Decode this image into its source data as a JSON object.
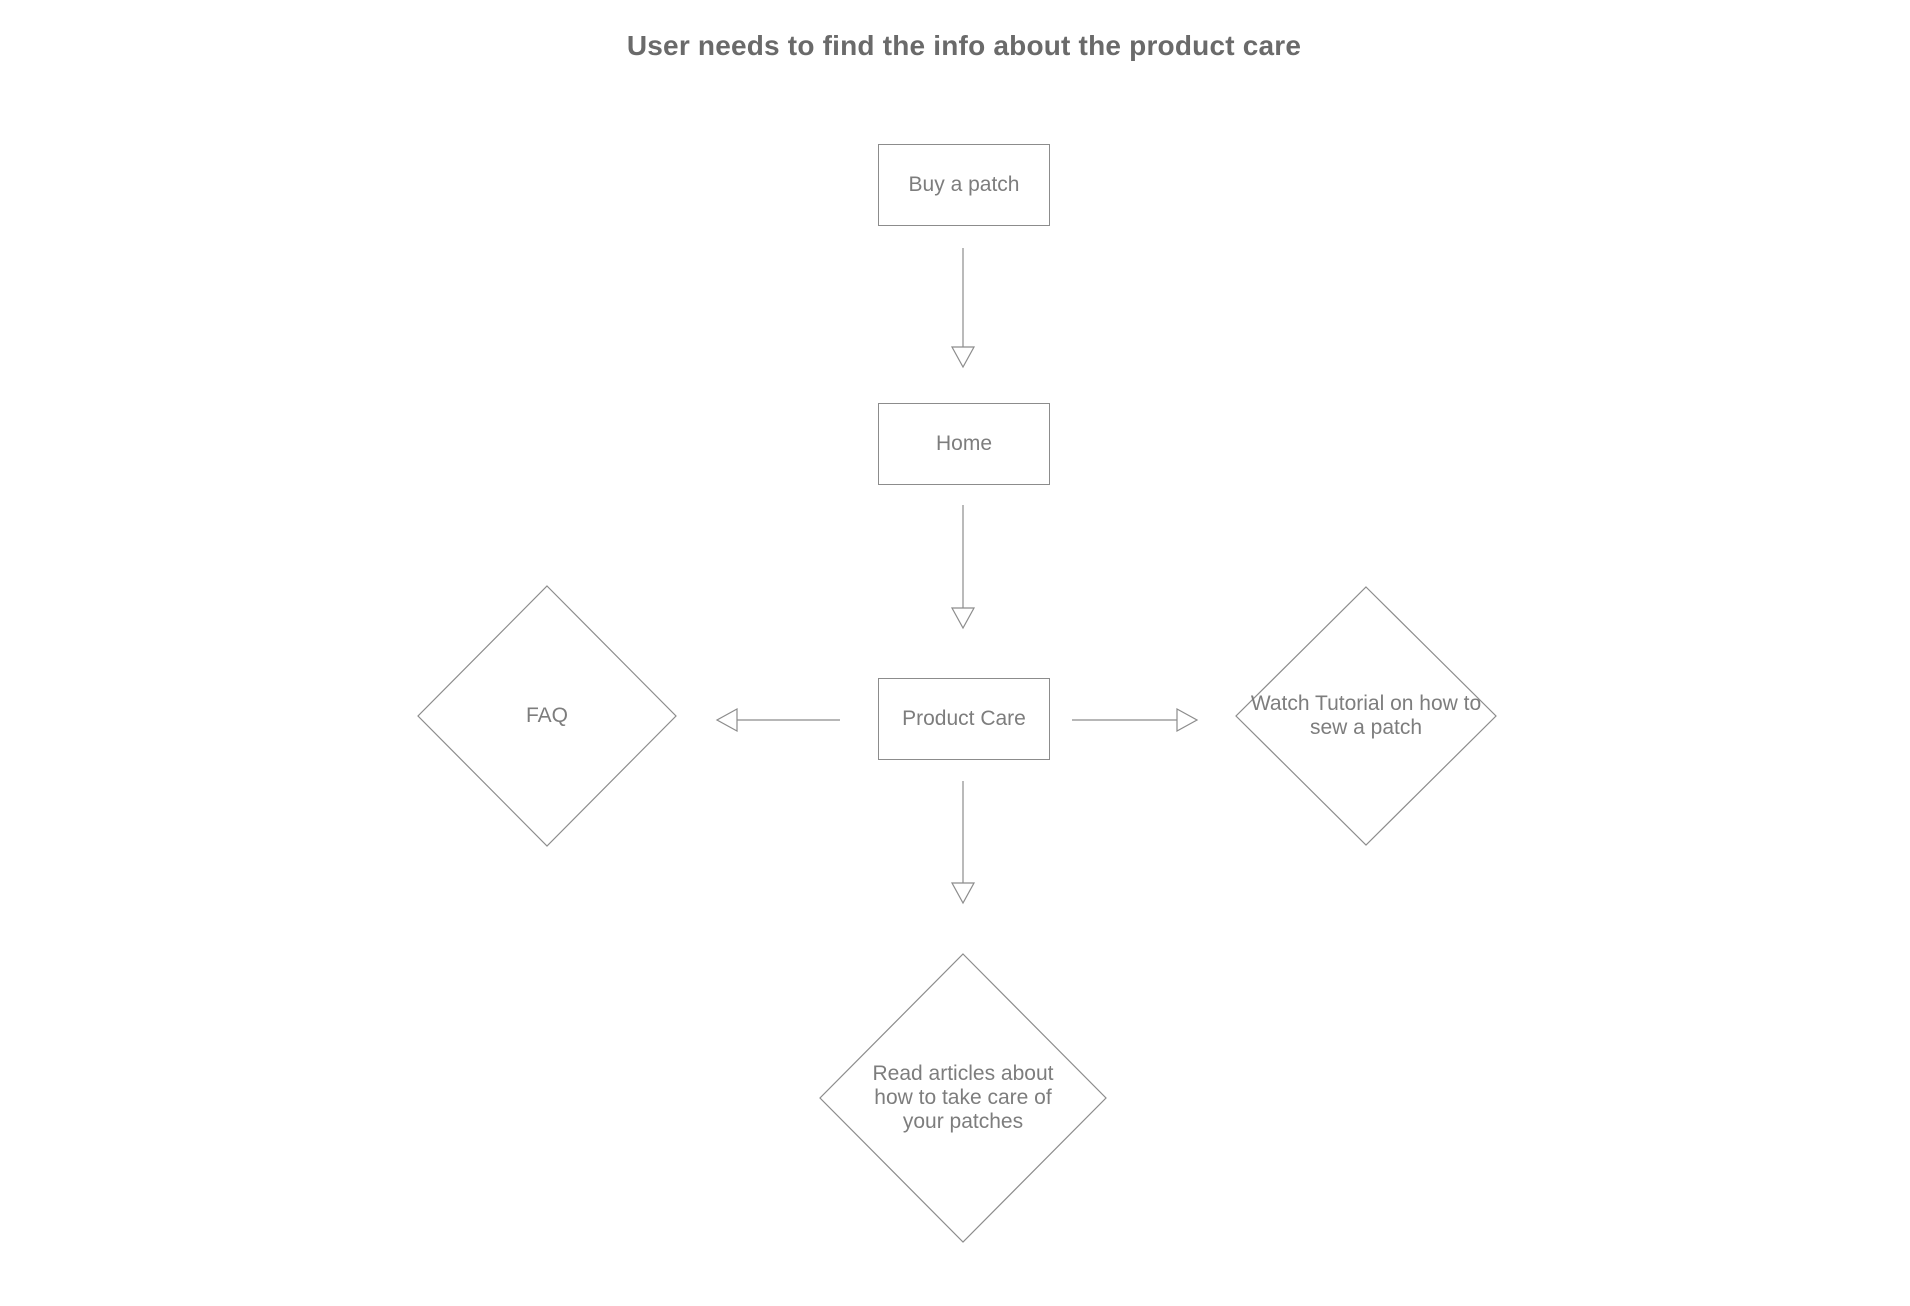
{
  "title": "User needs to find the info about the product care",
  "colors": {
    "background": "#ffffff",
    "stroke": "#8c8c8c",
    "node_text": "#7d7d7d",
    "title_text": "#6a6a6a"
  },
  "nodes": {
    "buy_patch": {
      "label": "Buy a patch",
      "shape": "rectangle"
    },
    "home": {
      "label": "Home",
      "shape": "rectangle"
    },
    "product_care": {
      "label": "Product Care",
      "shape": "rectangle"
    },
    "faq": {
      "label": "FAQ",
      "shape": "diamond"
    },
    "watch_tutorial": {
      "label": "Watch Tutorial on how to\nsew a patch",
      "shape": "diamond"
    },
    "read_articles": {
      "label": "Read articles about\nhow to take care of\nyour patches",
      "shape": "diamond"
    }
  },
  "edges": [
    {
      "from": "buy_patch",
      "to": "home",
      "direction": "down",
      "arrowhead": "open-triangle"
    },
    {
      "from": "home",
      "to": "product_care",
      "direction": "down",
      "arrowhead": "open-triangle"
    },
    {
      "from": "product_care",
      "to": "faq",
      "direction": "left",
      "arrowhead": "open-triangle"
    },
    {
      "from": "product_care",
      "to": "watch_tutorial",
      "direction": "right",
      "arrowhead": "open-triangle"
    },
    {
      "from": "product_care",
      "to": "read_articles",
      "direction": "down",
      "arrowhead": "open-triangle"
    }
  ]
}
